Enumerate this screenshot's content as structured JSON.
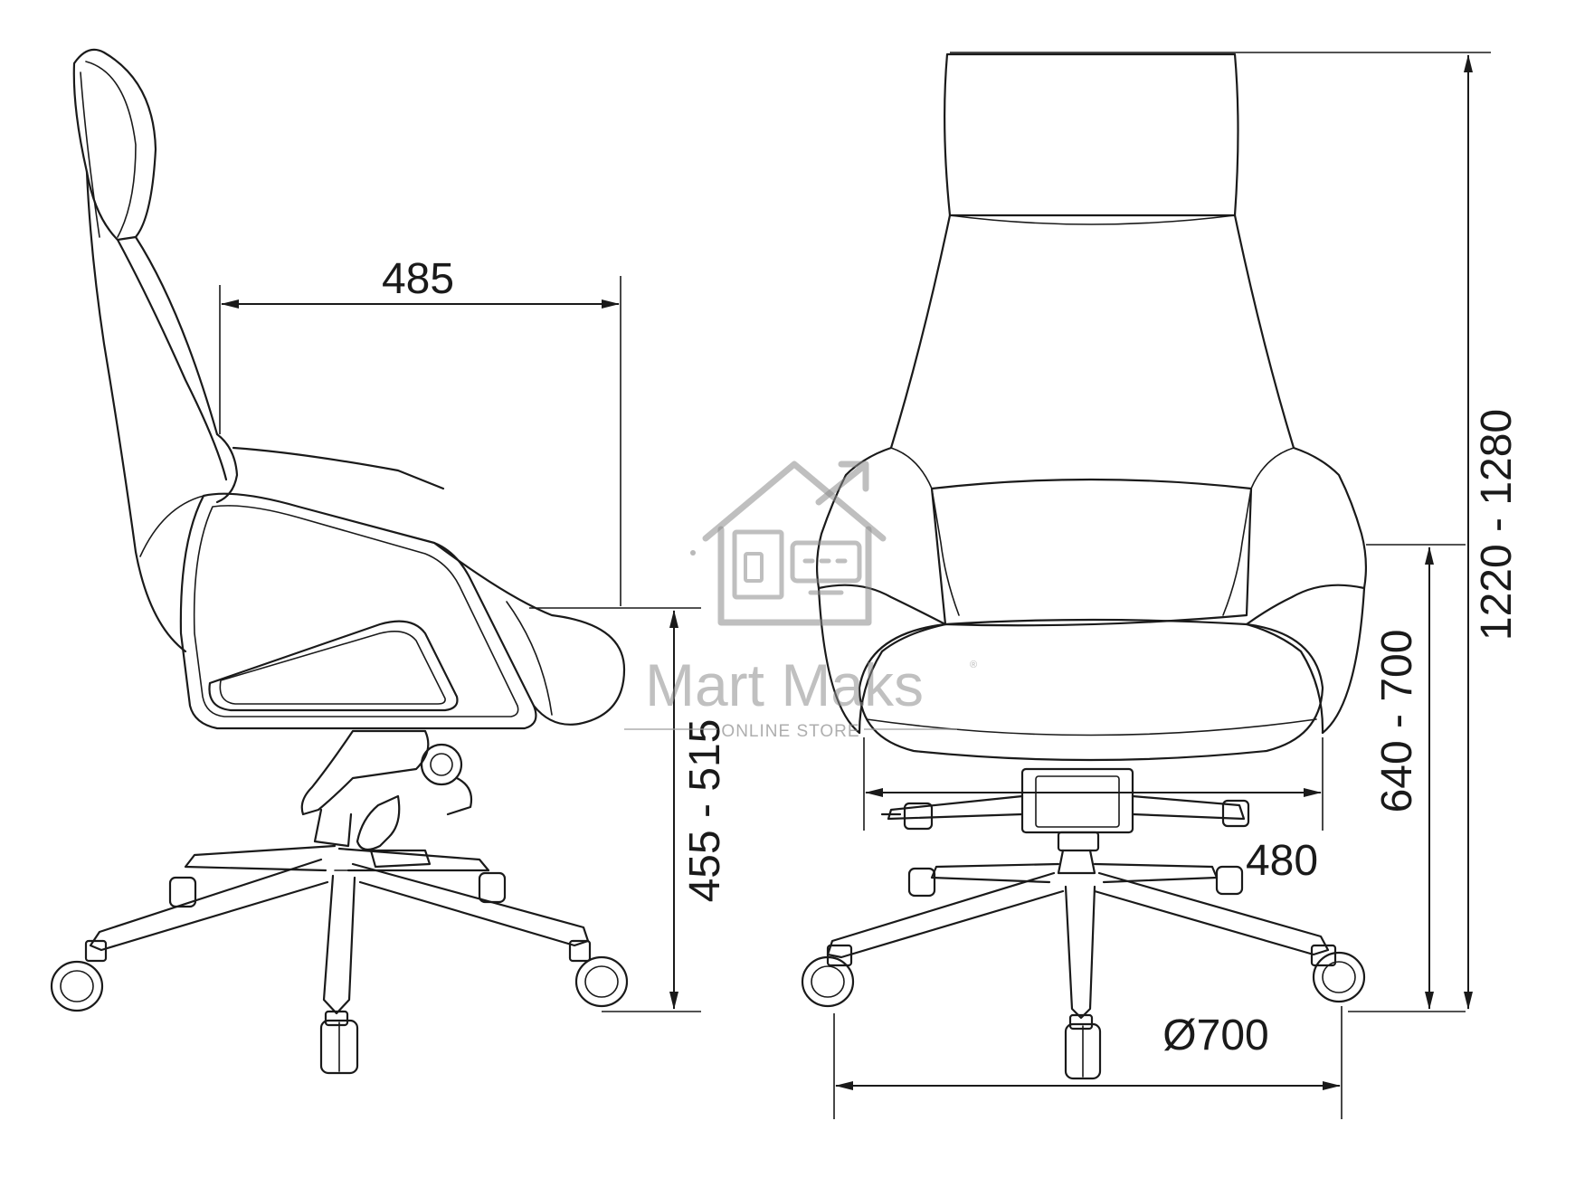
{
  "dimensions": {
    "seat_depth": "485",
    "seat_height": "455 - 515",
    "seat_width": "480",
    "armrest_height": "640 - 700",
    "total_height": "1220 - 1280",
    "base_diameter": "Ø700"
  },
  "watermark": {
    "brand": "Mart Maks",
    "tagline": "ONLINE STORE",
    "registered_mark": "®"
  }
}
